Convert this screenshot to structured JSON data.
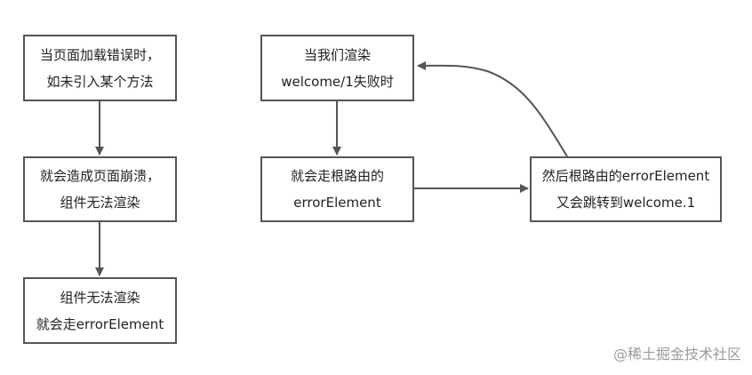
{
  "nodes": {
    "left1": {
      "line1": "当页面加载错误时，",
      "line2": "如未引入某个方法"
    },
    "left2": {
      "line1": "就会造成页面崩溃，",
      "line2": "组件无法渲染"
    },
    "left3": {
      "line1": "组件无法渲染",
      "line2": "就会走errorElement"
    },
    "mid1": {
      "line1": "当我们渲染",
      "line2": "welcome/1失败时"
    },
    "mid2": {
      "line1": "就会走根路由的",
      "line2": "errorElement"
    },
    "right": {
      "line1": "然后根路由的errorElement",
      "line2": "又会跳转到welcome.1"
    }
  },
  "watermark": "@稀土掘金技术社区"
}
